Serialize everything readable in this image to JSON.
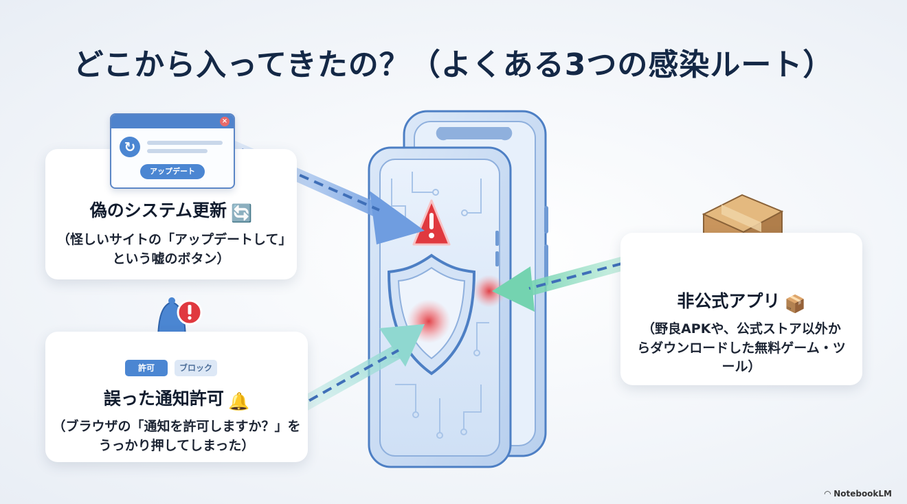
{
  "title": "どこから入ってきたの？（よくある3つの感染ルート）",
  "routes": {
    "fake_update": {
      "heading": "偽のシステム更新",
      "heading_icon": "🔄",
      "description": "（怪しいサイトの「アップデートして」という嘘のボタン）",
      "popup_button": "アップデート",
      "icon": "refresh-icon"
    },
    "notification": {
      "heading": "誤った通知許可",
      "heading_icon": "🔔",
      "description": "（ブラウザの「通知を許可しますか？」をうっかり押してしまった）",
      "allow_label": "許可",
      "block_label": "ブロック",
      "icon": "bell-icon"
    },
    "unofficial_app": {
      "heading": "非公式アプリ",
      "heading_icon": "📦",
      "description": "（野良APKや、公式ストア以外からダウンロードした無料ゲーム・ツール）",
      "icon": "package-icon"
    }
  },
  "brand": "NotebookLM",
  "colors": {
    "title": "#142846",
    "arrow_blue": "#6f9de0",
    "arrow_green": "#7fd6b4",
    "alert_red": "#e0393f",
    "phone_blue": "#4d7fc4"
  }
}
